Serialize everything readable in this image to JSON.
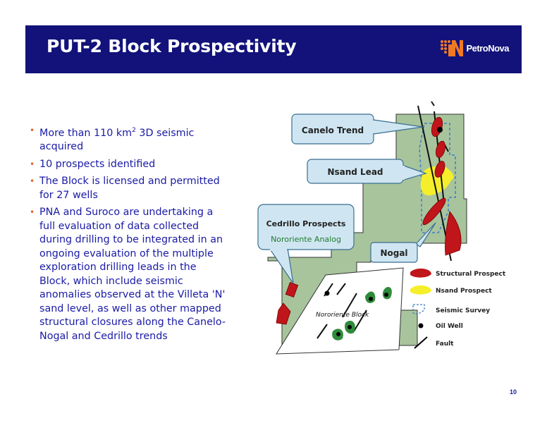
{
  "header": {
    "title": "PUT-2 Block Prospectivity",
    "logo_text": "PetroNova"
  },
  "bullets": [
    {
      "pre": "More than 110 km",
      "sup": "2",
      "post": " 3D seismic acquired"
    },
    {
      "pre": "10 prospects identified",
      "sup": "",
      "post": ""
    },
    {
      "pre": "The Block is licensed and permitted for 27 wells",
      "sup": "",
      "post": ""
    },
    {
      "pre": "PNA and Suroco are undertaking a full evaluation of data collected during drilling to be integrated in an ongoing evaluation of the multiple exploration drilling leads in the Block, which include seismic anomalies observed at the Villeta 'N' sand level, as well as other mapped structural closures along the Canelo-Nogal and Cedrillo trends",
      "sup": "",
      "post": ""
    }
  ],
  "map": {
    "callouts": {
      "canelo": "Canelo Trend",
      "nsand": "Nsand Lead",
      "cedrillo_title": "Cedrillo Prospects",
      "cedrillo_sub": "Nororiente Analog",
      "nogal": "Nogal"
    },
    "nororiente_label": "Nororiente Block",
    "legend": [
      {
        "label": "Structural Prospect",
        "icon": "structural-prospect-icon",
        "color": "#c0151a"
      },
      {
        "label": "Nsand Prospect",
        "icon": "nsand-prospect-icon",
        "color": "#f5ee2a"
      },
      {
        "label": "Seismic Survey",
        "icon": "seismic-survey-icon",
        "color": "#3a7fc4"
      },
      {
        "label": "Oil Well",
        "icon": "oil-well-icon",
        "color": "#000000"
      },
      {
        "label": "Fault",
        "icon": "fault-icon",
        "color": "#000000"
      }
    ],
    "colors": {
      "block_fill": "#a8c49d",
      "callout_fill": "#cfe6f2",
      "callout_stroke": "#3b6e8f",
      "green_prospect": "#2e8b3a"
    }
  },
  "page_number": "10"
}
